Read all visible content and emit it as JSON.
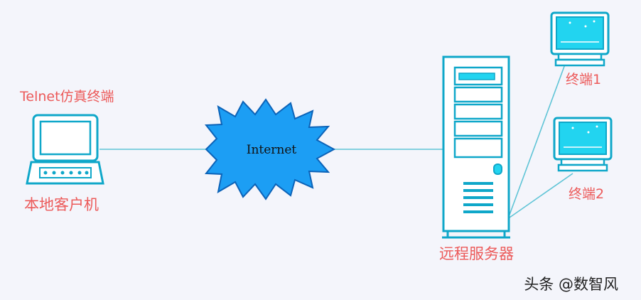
{
  "labels": {
    "telnet_emulator": "Telnet仿真终端",
    "local_client": "本地客户机",
    "internet": "Internet",
    "remote_server": "远程服务器",
    "terminal1": "终端1",
    "terminal2": "终端2"
  },
  "watermark": "头条 @数智风",
  "colors": {
    "background": "#f4f5fb",
    "device_outline": "#0fa7c9",
    "device_fill": "#22d4f0",
    "cloud_fill": "#1c9ef4",
    "connection_line": "#5fc4d6",
    "label_text": "#ec5a5a"
  }
}
